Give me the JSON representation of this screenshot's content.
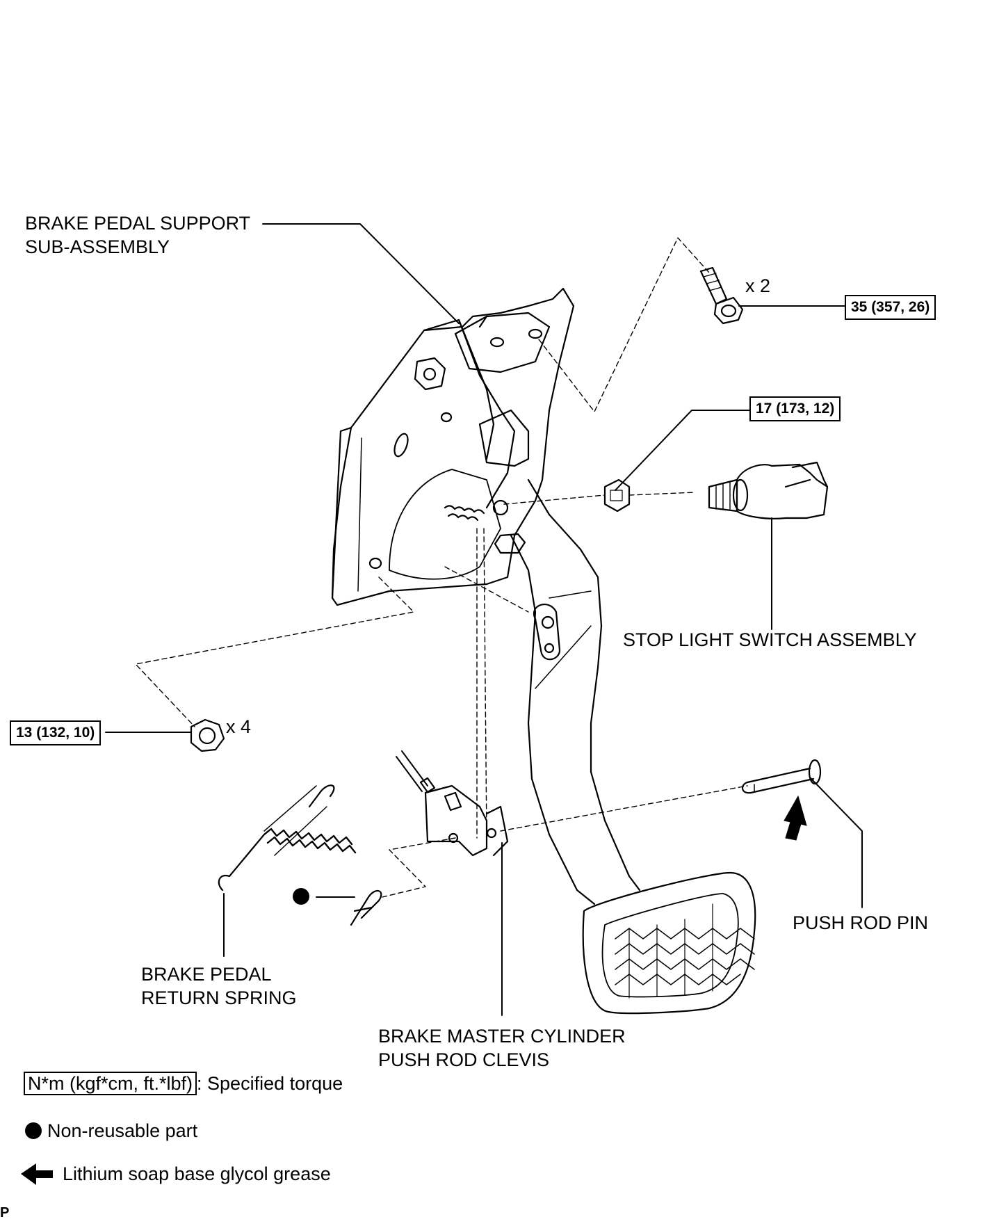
{
  "labels": {
    "pedal_support_line1": "BRAKE PEDAL SUPPORT",
    "pedal_support_line2": "SUB-ASSEMBLY",
    "stop_light_switch": "STOP LIGHT SWITCH ASSEMBLY",
    "push_rod_pin": "PUSH ROD PIN",
    "return_spring_line1": "BRAKE PEDAL",
    "return_spring_line2": "RETURN SPRING",
    "clevis_line1": "BRAKE MASTER CYLINDER",
    "clevis_line2": "PUSH ROD CLEVIS"
  },
  "torques": {
    "bolt": "35 (357, 26)",
    "switch_nut": "17 (173, 12)",
    "support_nut": "13 (132, 10)"
  },
  "quantities": {
    "bolt": "x 2",
    "support_nut": "x 4"
  },
  "legend": {
    "torque_unit": "N*m (kgf*cm, ft.*lbf)",
    "torque_text": ": Specified torque",
    "non_reusable": "Non-reusable part",
    "grease": "Lithium soap base glycol grease"
  },
  "figure_code": "P",
  "icons": [
    "bolt-icon",
    "nut-icon",
    "clip-icon",
    "grease-arrow-icon",
    "non-reusable-dot-icon"
  ]
}
